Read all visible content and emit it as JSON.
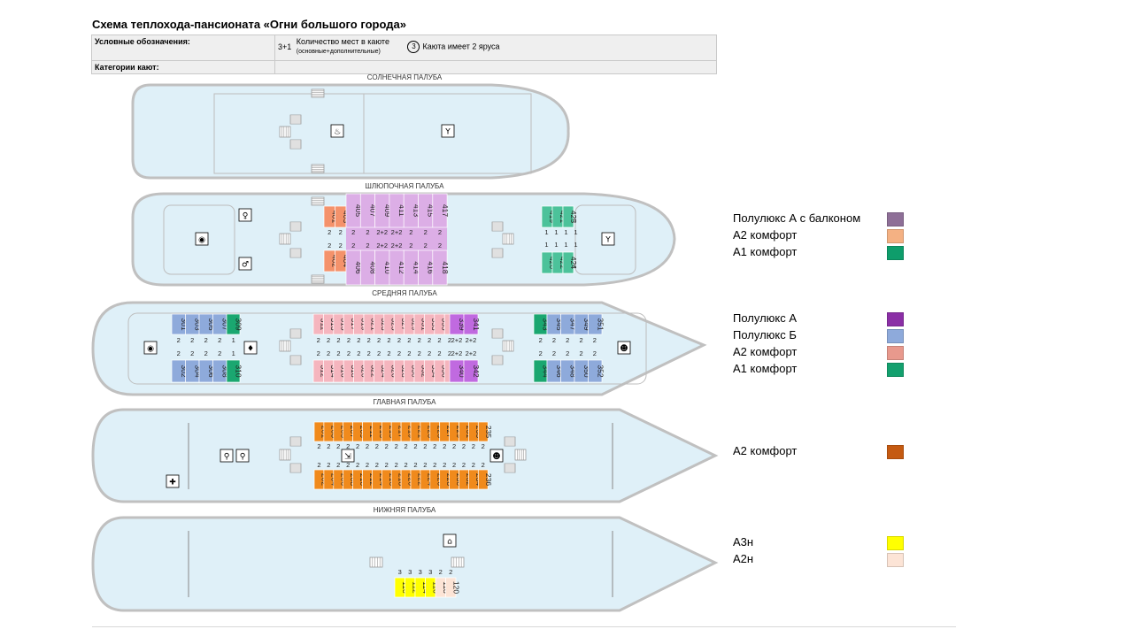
{
  "title": "Схема теплохода-пансионата «Огни большого города»",
  "legend": {
    "conditional_label": "Условные обозначения:",
    "berths_badge": "3+1",
    "berths_text": "Количество мест в каюте",
    "berths_sub": "(основные+дополнительные)",
    "bunk_badge": "3",
    "bunk_text": "Каюта имеет 2 яруса",
    "categories_label": "Категории кают:"
  },
  "decks": {
    "sun": "СОЛНЕЧНАЯ ПАЛУБА",
    "boat": "ШЛЮПОЧНАЯ ПАЛУБА",
    "middle": "СРЕДНЯЯ ПАЛУБА",
    "main": "ГЛАВНАЯ ПАЛУБА",
    "lower": "НИЖНЯЯ ПАЛУБА"
  },
  "categories": {
    "boat": [
      {
        "name": "Полулюкс А с балконом",
        "color": "#8e6f97"
      },
      {
        "name": "А2 комфорт",
        "color": "#f4b183"
      },
      {
        "name": "А1 комфорт",
        "color": "#0e9d6b"
      }
    ],
    "middle": [
      {
        "name": "Полулюкс А",
        "color": "#8b2fa6"
      },
      {
        "name": "Полулюкс Б",
        "color": "#8eaadb"
      },
      {
        "name": "А2 комфорт",
        "color": "#e8998d"
      },
      {
        "name": "А1 комфорт",
        "color": "#13a06e"
      }
    ],
    "main": [
      {
        "name": "А2 комфорт",
        "color": "#c55a11"
      }
    ],
    "lower": [
      {
        "name": "А3н",
        "color": "#ffff00"
      },
      {
        "name": "А2н",
        "color": "#fce4d6"
      }
    ]
  },
  "colors": {
    "hull_fill": "#dff0f8",
    "hull_stroke": "#c0c0c0",
    "boat_A2": "#f4926b",
    "boat_suite": "#dcaee6",
    "boat_A1": "#4cc29a",
    "mid_blue": "#8eaadb",
    "mid_pink": "#f5b5be",
    "mid_purple": "#c06ae0",
    "mid_green": "#1aa770",
    "main_orange": "#f08a1c",
    "lower_yellow": "#ffff00",
    "lower_peach": "#fce4d6"
  },
  "cabins": {
    "boat": {
      "A2_top": [
        "401",
        "403"
      ],
      "A2_bottom": [
        "402",
        "404"
      ],
      "suite_top": [
        "405",
        "407",
        "409",
        "411",
        "413",
        "415",
        "417"
      ],
      "suite_bottom": [
        "406",
        "408",
        "410",
        "412",
        "414",
        "416",
        "418"
      ],
      "A1_top": [
        "419",
        "421",
        "423"
      ],
      "A1_bottom": [
        "420",
        "422",
        "426"
      ],
      "A1_extra_top": [
        "425"
      ],
      "A1_extra_bottom": [
        "424"
      ]
    },
    "middle": {
      "blue_top": [
        "301",
        "303",
        "305",
        "307"
      ],
      "green_top": [
        "309"
      ],
      "blue_bottom": [
        "302",
        "304",
        "306",
        "308"
      ],
      "green_bottom": [
        "310"
      ],
      "pink_top": [
        "311",
        "313",
        "315",
        "317",
        "319",
        "321",
        "323",
        "325",
        "327",
        "329",
        "331",
        "333",
        "335",
        "337"
      ],
      "pink_bottom": [
        "312",
        "314",
        "316",
        "318",
        "320",
        "322",
        "324",
        "326",
        "328",
        "330",
        "332",
        "334",
        "336",
        "338"
      ],
      "purple_top": [
        "339",
        "341"
      ],
      "purple_bottom": [
        "340",
        "342"
      ],
      "fgreen_top": [
        "343"
      ],
      "fblue_top": [
        "345",
        "347",
        "349",
        "351"
      ],
      "fgreen_bottom": [
        "344"
      ],
      "fblue_bottom": [
        "346",
        "348",
        "350",
        "352"
      ]
    },
    "main": {
      "top": [
        "201",
        "203",
        "205",
        "207",
        "209",
        "211",
        "213",
        "215",
        "217",
        "219",
        "221",
        "223",
        "225",
        "227",
        "229",
        "231",
        "233",
        "235"
      ],
      "bottom": [
        "202",
        "204",
        "206",
        "208",
        "210",
        "212",
        "214",
        "216",
        "218",
        "220",
        "222",
        "224",
        "226",
        "228",
        "230",
        "232",
        "234",
        "236"
      ]
    },
    "lower": {
      "yellow": [
        "110",
        "112",
        "114",
        "116"
      ],
      "peach": [
        "118",
        "120"
      ],
      "berths": [
        "3",
        "3",
        "3",
        "3",
        "2",
        "2"
      ]
    }
  },
  "berths": {
    "boat_A2": [
      "2",
      "2"
    ],
    "boat_suite_top": [
      "2",
      "2",
      "2+2",
      "2+2",
      "2",
      "2",
      "2"
    ],
    "boat_suite_bottom": [
      "2",
      "2",
      "2+2",
      "2+2",
      "2",
      "2",
      "2"
    ],
    "boat_A1": [
      "1",
      "1",
      "1",
      "1"
    ],
    "mid_left": [
      "2",
      "2",
      "2",
      "2",
      "1"
    ],
    "mid_pink": [
      "2",
      "2",
      "2",
      "2",
      "2",
      "2",
      "2",
      "2",
      "2",
      "2",
      "2",
      "2",
      "2",
      "2"
    ],
    "mid_purple": [
      "2+2",
      "2+2"
    ],
    "mid_right": [
      "2",
      "2",
      "2",
      "2",
      "2"
    ],
    "main": [
      "2",
      "2",
      "2",
      "2",
      "2",
      "2",
      "2",
      "2",
      "2",
      "2",
      "2",
      "2",
      "2",
      "2",
      "2",
      "2",
      "2",
      "2"
    ]
  },
  "icons": {
    "sun": [
      "sunbed-icon",
      "cocktail-icon"
    ],
    "boat": [
      "dining-icon",
      "toilet-icon",
      "cocktail-icon"
    ],
    "middle": [
      "dining-icon",
      "toilet-icon",
      "reception-icon"
    ],
    "main": [
      "medical-icon",
      "toilet-icon",
      "shower-icon",
      "reception-icon"
    ],
    "lower": [
      "iron-icon"
    ]
  }
}
